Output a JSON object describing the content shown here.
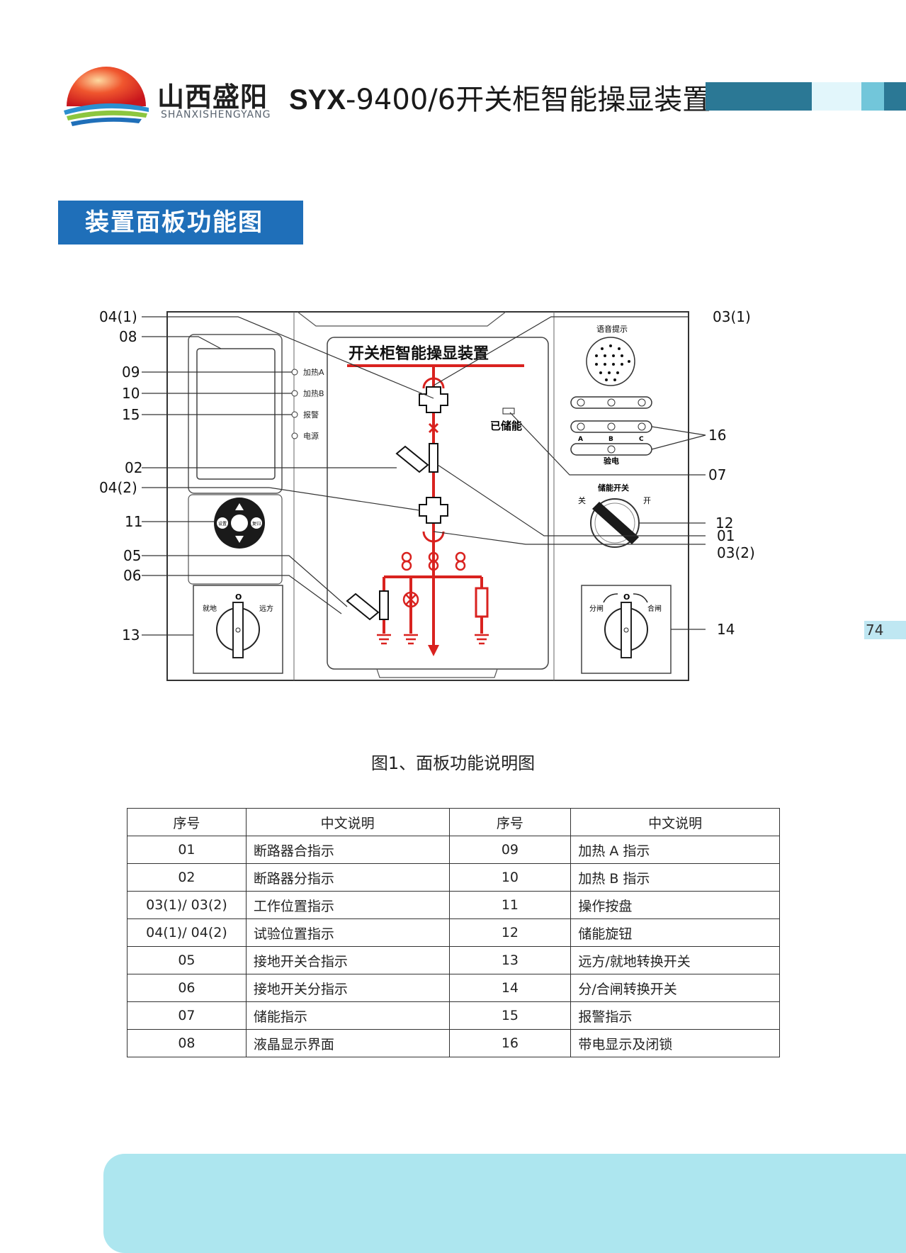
{
  "header": {
    "brand_cn": "山西盛阳",
    "brand_en": "SHANXISHENGYANG",
    "model": "SYX",
    "title_rest": "-9400/6开关柜智能操显装置",
    "colors": {
      "band_dark": "#2b7895",
      "band_light": "#e2f6fb",
      "band_mid": "#72c6da",
      "brand_blue": "#1f6fb9",
      "red": "#d9221f"
    }
  },
  "section_heading": "装置面板功能图",
  "diagram": {
    "panel_title": "开关柜智能操显装置",
    "indicators": [
      "加热A",
      "加热B",
      "报警",
      "电源"
    ],
    "keypad": {
      "left_label": "设置",
      "right_label": "复归"
    },
    "speaker_label": "语音提示",
    "stored_label": "已储能",
    "phase_labels": [
      "A",
      "B",
      "C"
    ],
    "test_label": "验电",
    "storage_switch": {
      "title": "储能开关",
      "off": "关",
      "on": "开"
    },
    "switch_13": {
      "zero": "O",
      "left": "就地",
      "right": "远方"
    },
    "switch_14": {
      "zero": "O",
      "left": "分闸",
      "right": "合闸"
    },
    "callouts_left": [
      "04(1)",
      "08",
      "09",
      "10",
      "15",
      "02",
      "04(2)",
      "11",
      "05",
      "06",
      "13"
    ],
    "callouts_right": [
      "03(1)",
      "16",
      "07",
      "12",
      "01",
      "03(2)",
      "14"
    ]
  },
  "caption": "图1、面板功能说明图",
  "table": {
    "headers": [
      "序号",
      "中文说明",
      "序号",
      "中文说明"
    ],
    "rows": [
      [
        "01",
        "断路器合指示",
        "09",
        "加热 A 指示"
      ],
      [
        "02",
        "断路器分指示",
        "10",
        "加热 B 指示"
      ],
      [
        "03(1)/ 03(2)",
        "工作位置指示",
        "11",
        "操作按盘"
      ],
      [
        "04(1)/ 04(2)",
        "试验位置指示",
        "12",
        "储能旋钮"
      ],
      [
        "05",
        "接地开关合指示",
        "13",
        "远方/就地转换开关"
      ],
      [
        "06",
        "接地开关分指示",
        "14",
        "分/合闸转换开关"
      ],
      [
        "07",
        "储能指示",
        "15",
        "报警指示"
      ],
      [
        "08",
        "液晶显示界面",
        "16",
        "带电显示及闭锁"
      ]
    ]
  },
  "page_number": "74"
}
